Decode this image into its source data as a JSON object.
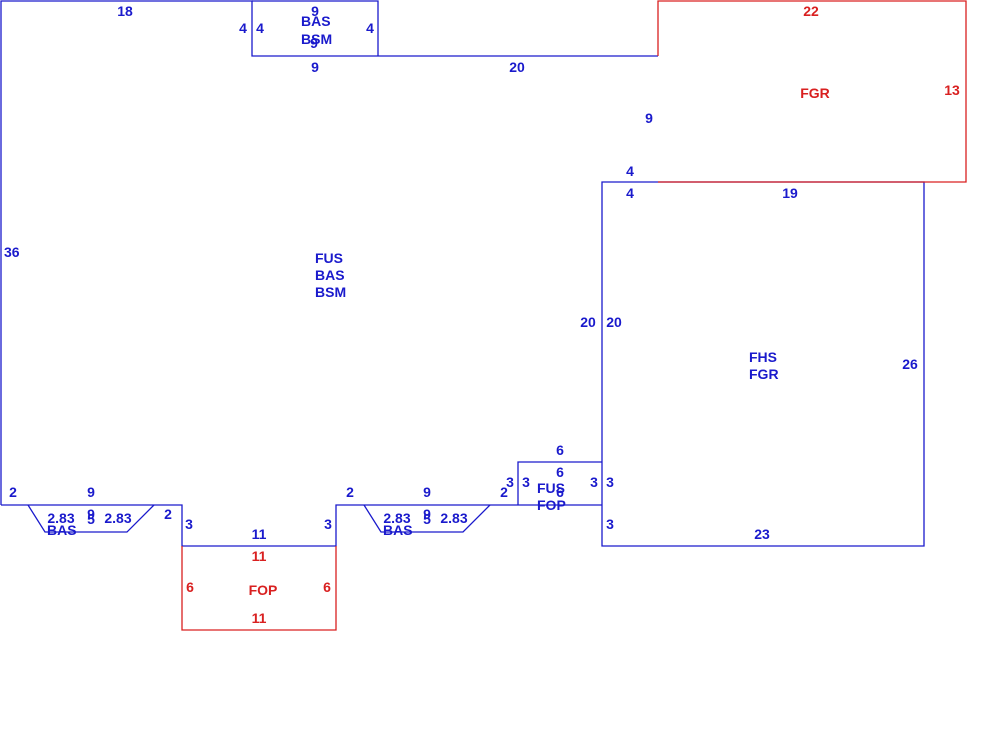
{
  "colors": {
    "main": "#1a1acc",
    "garage_porch": "#d92020",
    "background": "#ffffff"
  },
  "areas": {
    "main": [
      "FUS",
      "BAS",
      "BSM"
    ],
    "top_bump": [
      "BAS",
      "BSM"
    ],
    "top_bump_overlap": "9",
    "garage_top": "FGR",
    "right_block": [
      "FHS",
      "FGR"
    ],
    "porch": "FOP",
    "small_porch": [
      "FUS",
      "FOP"
    ],
    "small_porch_overlap": "6",
    "bay_left": "BAS",
    "bay_right": "BAS",
    "bay_left_inner": "5",
    "bay_right_inner": "5"
  },
  "dimensions": {
    "top_left": "18",
    "bump_top": "9",
    "bump_left_outer": "4",
    "bump_left_inner": "4",
    "bump_right": "4",
    "bump_bottom": "9",
    "top_mid": "20",
    "garage_top": "22",
    "garage_right": "13",
    "garage_left": "9",
    "step_upper": "4",
    "step_lower": "4",
    "right_block_top": "19",
    "left_side": "36",
    "right_block_left_outer": "20",
    "right_block_left_inner": "20",
    "right_block_right": "26",
    "right_block_bottom": "23",
    "bay_left_side": "2",
    "bay_left_top": "9",
    "bay_left_side2": "2",
    "bay_left_diag1": "2.83",
    "bay_left_mid": "9",
    "bay_left_diag2": "2.83",
    "porch_left_outer": "3",
    "porch_top_outer": "11",
    "porch_right_outer": "3",
    "porch_top": "11",
    "porch_left": "6",
    "porch_right": "6",
    "porch_bottom": "11",
    "bay_right_side": "2",
    "bay_right_top": "9",
    "bay_right_side2": "2",
    "bay_right_diag1": "2.83",
    "bay_right_mid": "9",
    "bay_right_diag2": "2.83",
    "small_porch_top": "6",
    "small_porch_top_inner": "6",
    "small_porch_left_outer": "3",
    "small_porch_left_inner": "3",
    "small_porch_right_inner": "3",
    "small_porch_right_outer": "3",
    "right_block_bottom_left": "3"
  }
}
